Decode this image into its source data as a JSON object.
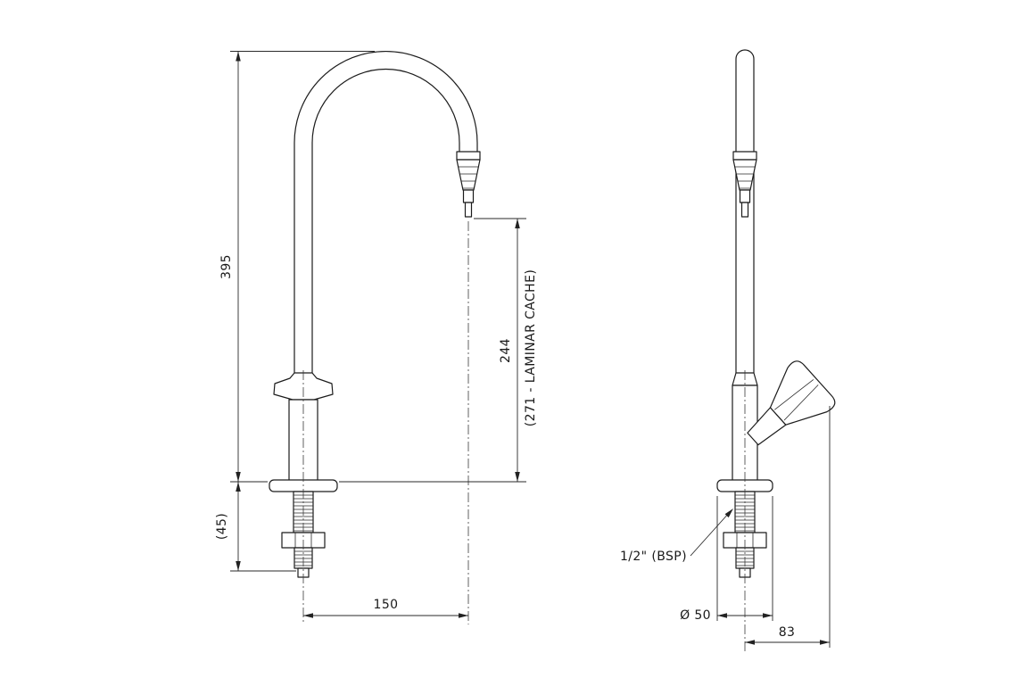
{
  "drawing": {
    "title": "laboratory-gooseneck-tap-technical-drawing",
    "front_view": {
      "dim_height": "395",
      "dim_under_deck": "(45)",
      "dim_outlet_height": "244",
      "dim_laminar": "(271 - LAMINAR CACHE)",
      "dim_reach": "150"
    },
    "side_view": {
      "callout_thread": "1/2\" (BSP)",
      "dim_base_diameter": "Ø 50",
      "dim_handle_offset": "83"
    }
  }
}
